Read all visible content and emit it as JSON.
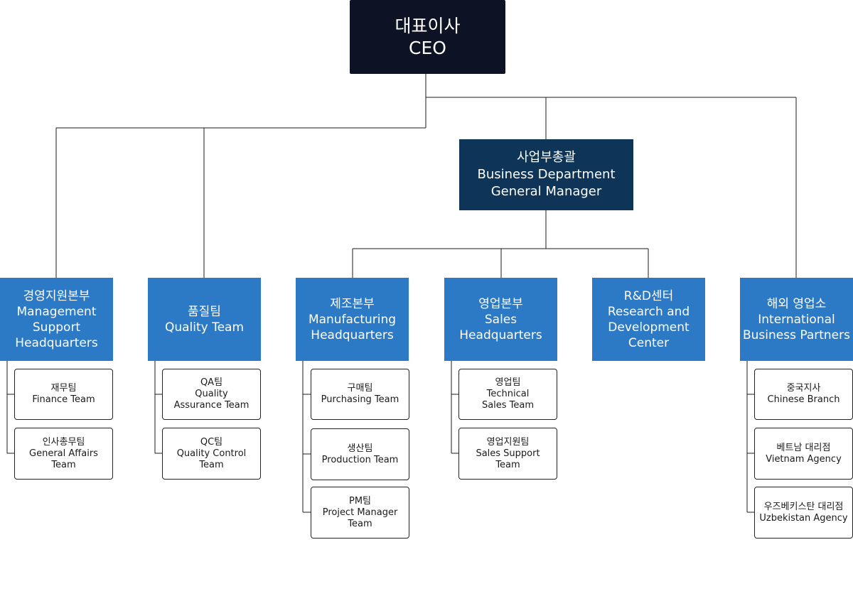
{
  "ceo": {
    "ko": "대표이사",
    "en": "CEO"
  },
  "gm": {
    "ko": "사업부총괄",
    "en1": "Business Department",
    "en2": "General Manager"
  },
  "depts": [
    {
      "lines": [
        "경영지원본부",
        "Management",
        "Support",
        "Headquarters"
      ],
      "teams": [
        [
          "재무팀",
          "Finance Team"
        ],
        [
          "인사총무팀",
          "General Affairs",
          "Team"
        ]
      ]
    },
    {
      "lines": [
        "품질팀",
        "Quality Team"
      ],
      "teams": [
        [
          "QA팀",
          "Quality",
          "Assurance Team"
        ],
        [
          "QC팀",
          "Quality Control",
          "Team"
        ]
      ]
    },
    {
      "lines": [
        "제조본부",
        "Manufacturing",
        "Headquarters"
      ],
      "teams": [
        [
          "구매팀",
          "Purchasing Team"
        ],
        [
          "생산팀",
          "Production Team"
        ],
        [
          "PM팀",
          "Project Manager",
          "Team"
        ]
      ]
    },
    {
      "lines": [
        "영업본부",
        "Sales",
        "Headquarters"
      ],
      "teams": [
        [
          "영업팀",
          "Technical",
          "Sales Team"
        ],
        [
          "영업지원팀",
          "Sales Support",
          "Team"
        ]
      ]
    },
    {
      "lines": [
        "R&D센터",
        "Research and",
        "Development",
        "Center"
      ],
      "teams": []
    },
    {
      "lines": [
        "해외 영업소",
        "International",
        "Business Partners"
      ],
      "teams": [
        [
          "중국지사",
          "Chinese Branch"
        ],
        [
          "베트남 대리점",
          "Vietnam Agency"
        ],
        [
          "우즈베키스탄 대리점",
          "Uzbekistan Agency"
        ]
      ]
    }
  ]
}
